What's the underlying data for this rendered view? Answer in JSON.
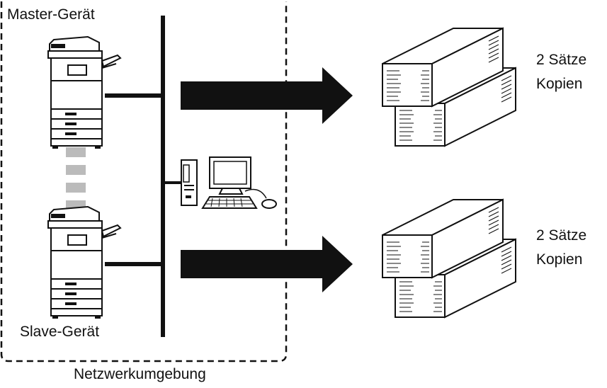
{
  "labels": {
    "master": "Master-Gerät",
    "slave": "Slave-Gerät",
    "network": "Netzwerkumgebung",
    "output_top_line1": "2 Sätze",
    "output_top_line2": "Kopien",
    "output_bottom_line1": "2 Sätze",
    "output_bottom_line2": "Kopien"
  },
  "colors": {
    "ink": "#111111",
    "connector_dashes": "#bbbbbb",
    "paper": "#ffffff"
  },
  "icons": {
    "master_device": "copier-icon",
    "slave_device": "copier-icon",
    "computer": "desktop-computer-icon",
    "output_stacks": "paper-stack-icon"
  }
}
